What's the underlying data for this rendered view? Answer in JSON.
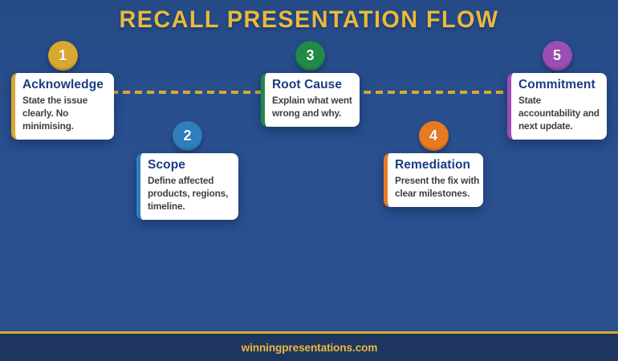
{
  "title": "RECALL PRESENTATION FLOW",
  "footer": {
    "url": "winningpresentations.com"
  },
  "colors": {
    "background": "#2a5090",
    "background_top": "#254a86",
    "title_gold": "#eaba3b",
    "dashed_line": "#d9a831",
    "footer_bar": "#1e355f",
    "card_bg": "#ffffff",
    "card_title": "#1b3c80",
    "card_text": "#3f3f3f"
  },
  "steps": [
    {
      "number": "1",
      "title": "Acknowledge",
      "description": "State the issue clearly. No minimising.",
      "color": "#d9a831"
    },
    {
      "number": "2",
      "title": "Scope",
      "description": "Define affected products, regions, timeline.",
      "color": "#2e7fbe"
    },
    {
      "number": "3",
      "title": "Root Cause",
      "description": "Explain what went wrong and why.",
      "color": "#218a47"
    },
    {
      "number": "4",
      "title": "Remediation",
      "description": "Present the fix with clear milestones.",
      "color": "#e87a22"
    },
    {
      "number": "5",
      "title": "Commitment",
      "description": "State accountability and next update.",
      "color": "#9c4eb4"
    }
  ]
}
